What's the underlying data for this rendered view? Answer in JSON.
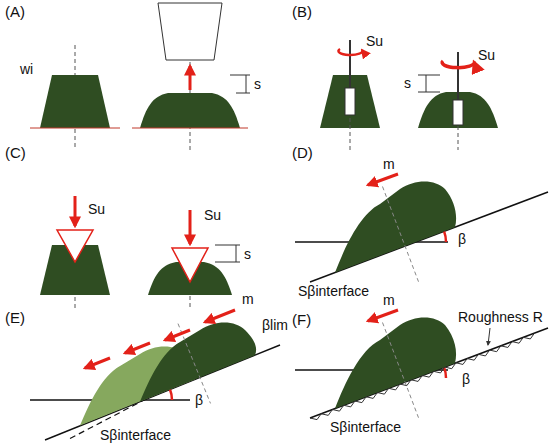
{
  "diagram": {
    "labels": [
      "(A)",
      "wi",
      "s",
      "(B)",
      "Su",
      "Su",
      "s",
      "(C)",
      "Su",
      "Su",
      "s",
      "(D)",
      "m",
      "β",
      "Sβinterface",
      "(E)",
      "m",
      "βlim",
      "β",
      "Sβinterface",
      "(F)",
      "m",
      "Roughness R",
      "β",
      "Sβinterface"
    ]
  }
}
